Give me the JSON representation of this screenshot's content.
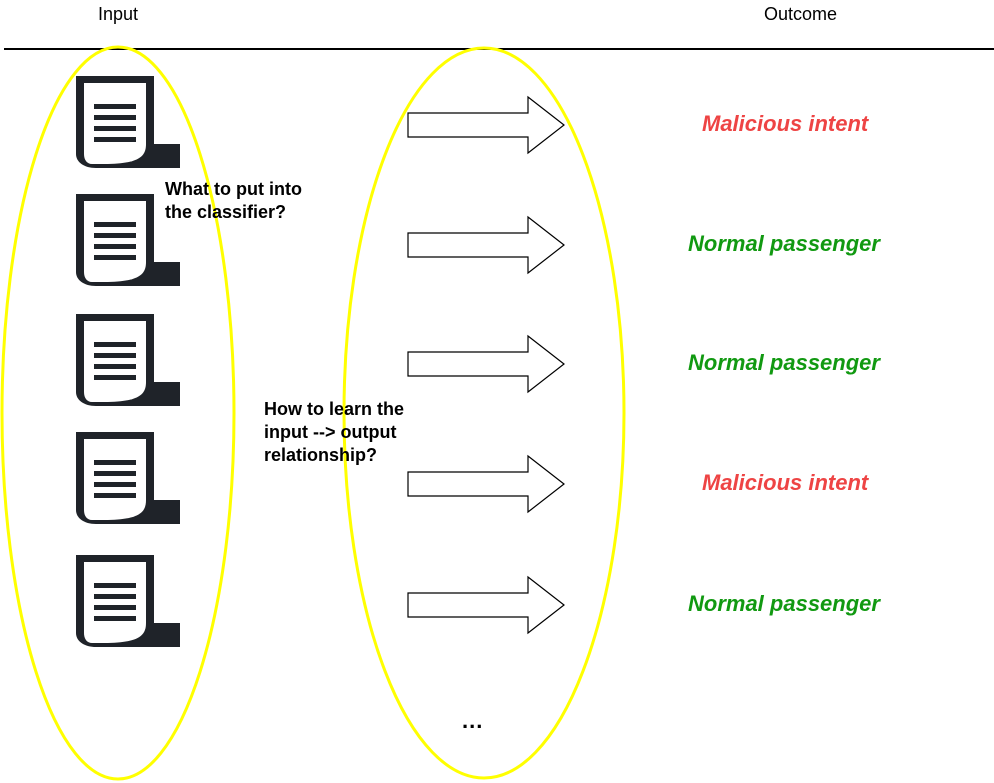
{
  "header": {
    "input_label": "Input",
    "outcome_label": "Outcome"
  },
  "questions": {
    "q1_line1": "What to put into",
    "q1_line2": "the classifier?",
    "q2_line1": "How to learn the",
    "q2_line2": "input --> output",
    "q2_line3": "relationship?"
  },
  "outcomes": [
    {
      "label": "Malicious intent",
      "color": "#ee4444"
    },
    {
      "label": "Normal passenger",
      "color": "#119911"
    },
    {
      "label": "Normal passenger",
      "color": "#119911"
    },
    {
      "label": "Malicious intent",
      "color": "#ee4444"
    },
    {
      "label": "Normal passenger",
      "color": "#119911"
    }
  ],
  "ellipsis": "...",
  "icons": {
    "document": "document-scroll-icon",
    "arrow": "right-arrow-icon"
  },
  "colors": {
    "highlight_ellipse": "#ffff00",
    "document": "#1f2329"
  }
}
